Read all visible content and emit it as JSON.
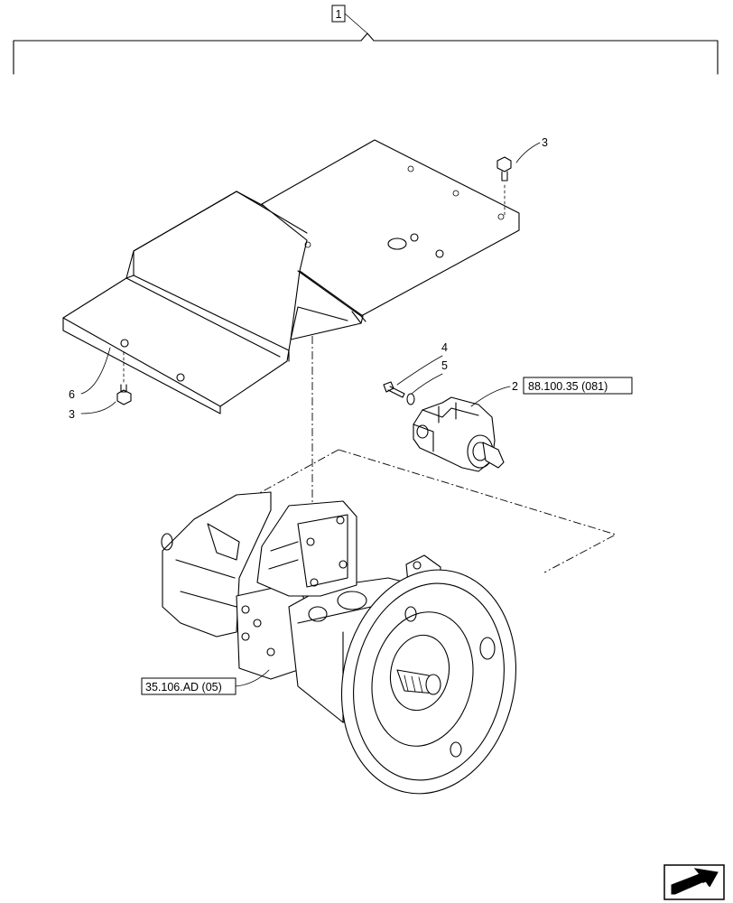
{
  "callouts": {
    "assembly": "1",
    "item_2": "2",
    "item_2_ref": "88.100.35 (081)",
    "item_3_top": "3",
    "item_3_bottom": "3",
    "item_4": "4",
    "item_5": "5",
    "item_6": "6",
    "pump_ref": "35.106.AD (05)"
  },
  "icons": {
    "corner": "next-page-arrow-icon"
  }
}
